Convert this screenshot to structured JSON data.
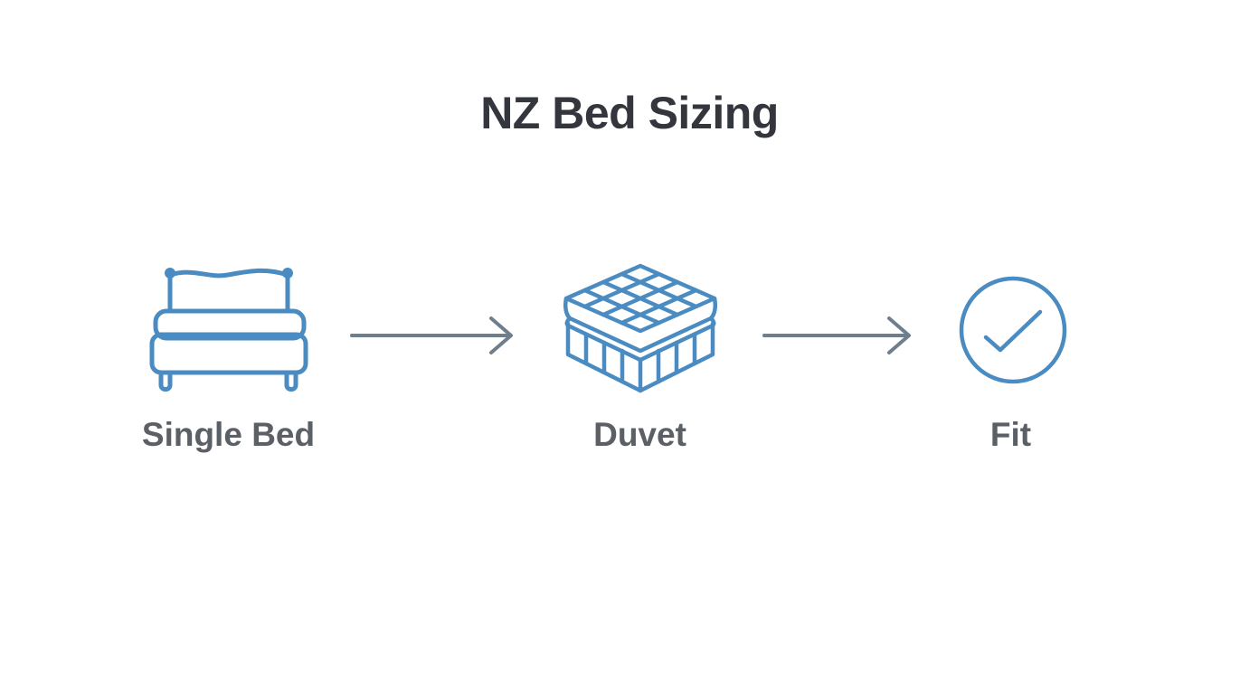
{
  "title": "NZ Bed Sizing",
  "steps": [
    {
      "label": "Single Bed",
      "icon": "bed-icon"
    },
    {
      "label": "Duvet",
      "icon": "duvet-icon"
    },
    {
      "label": "Fit",
      "icon": "check-circle-icon"
    }
  ],
  "colors": {
    "icon_stroke": "#4a8cc2",
    "arrow_stroke": "#6e7e8c",
    "title_text": "#33373d",
    "label_text": "#5b5f66"
  }
}
